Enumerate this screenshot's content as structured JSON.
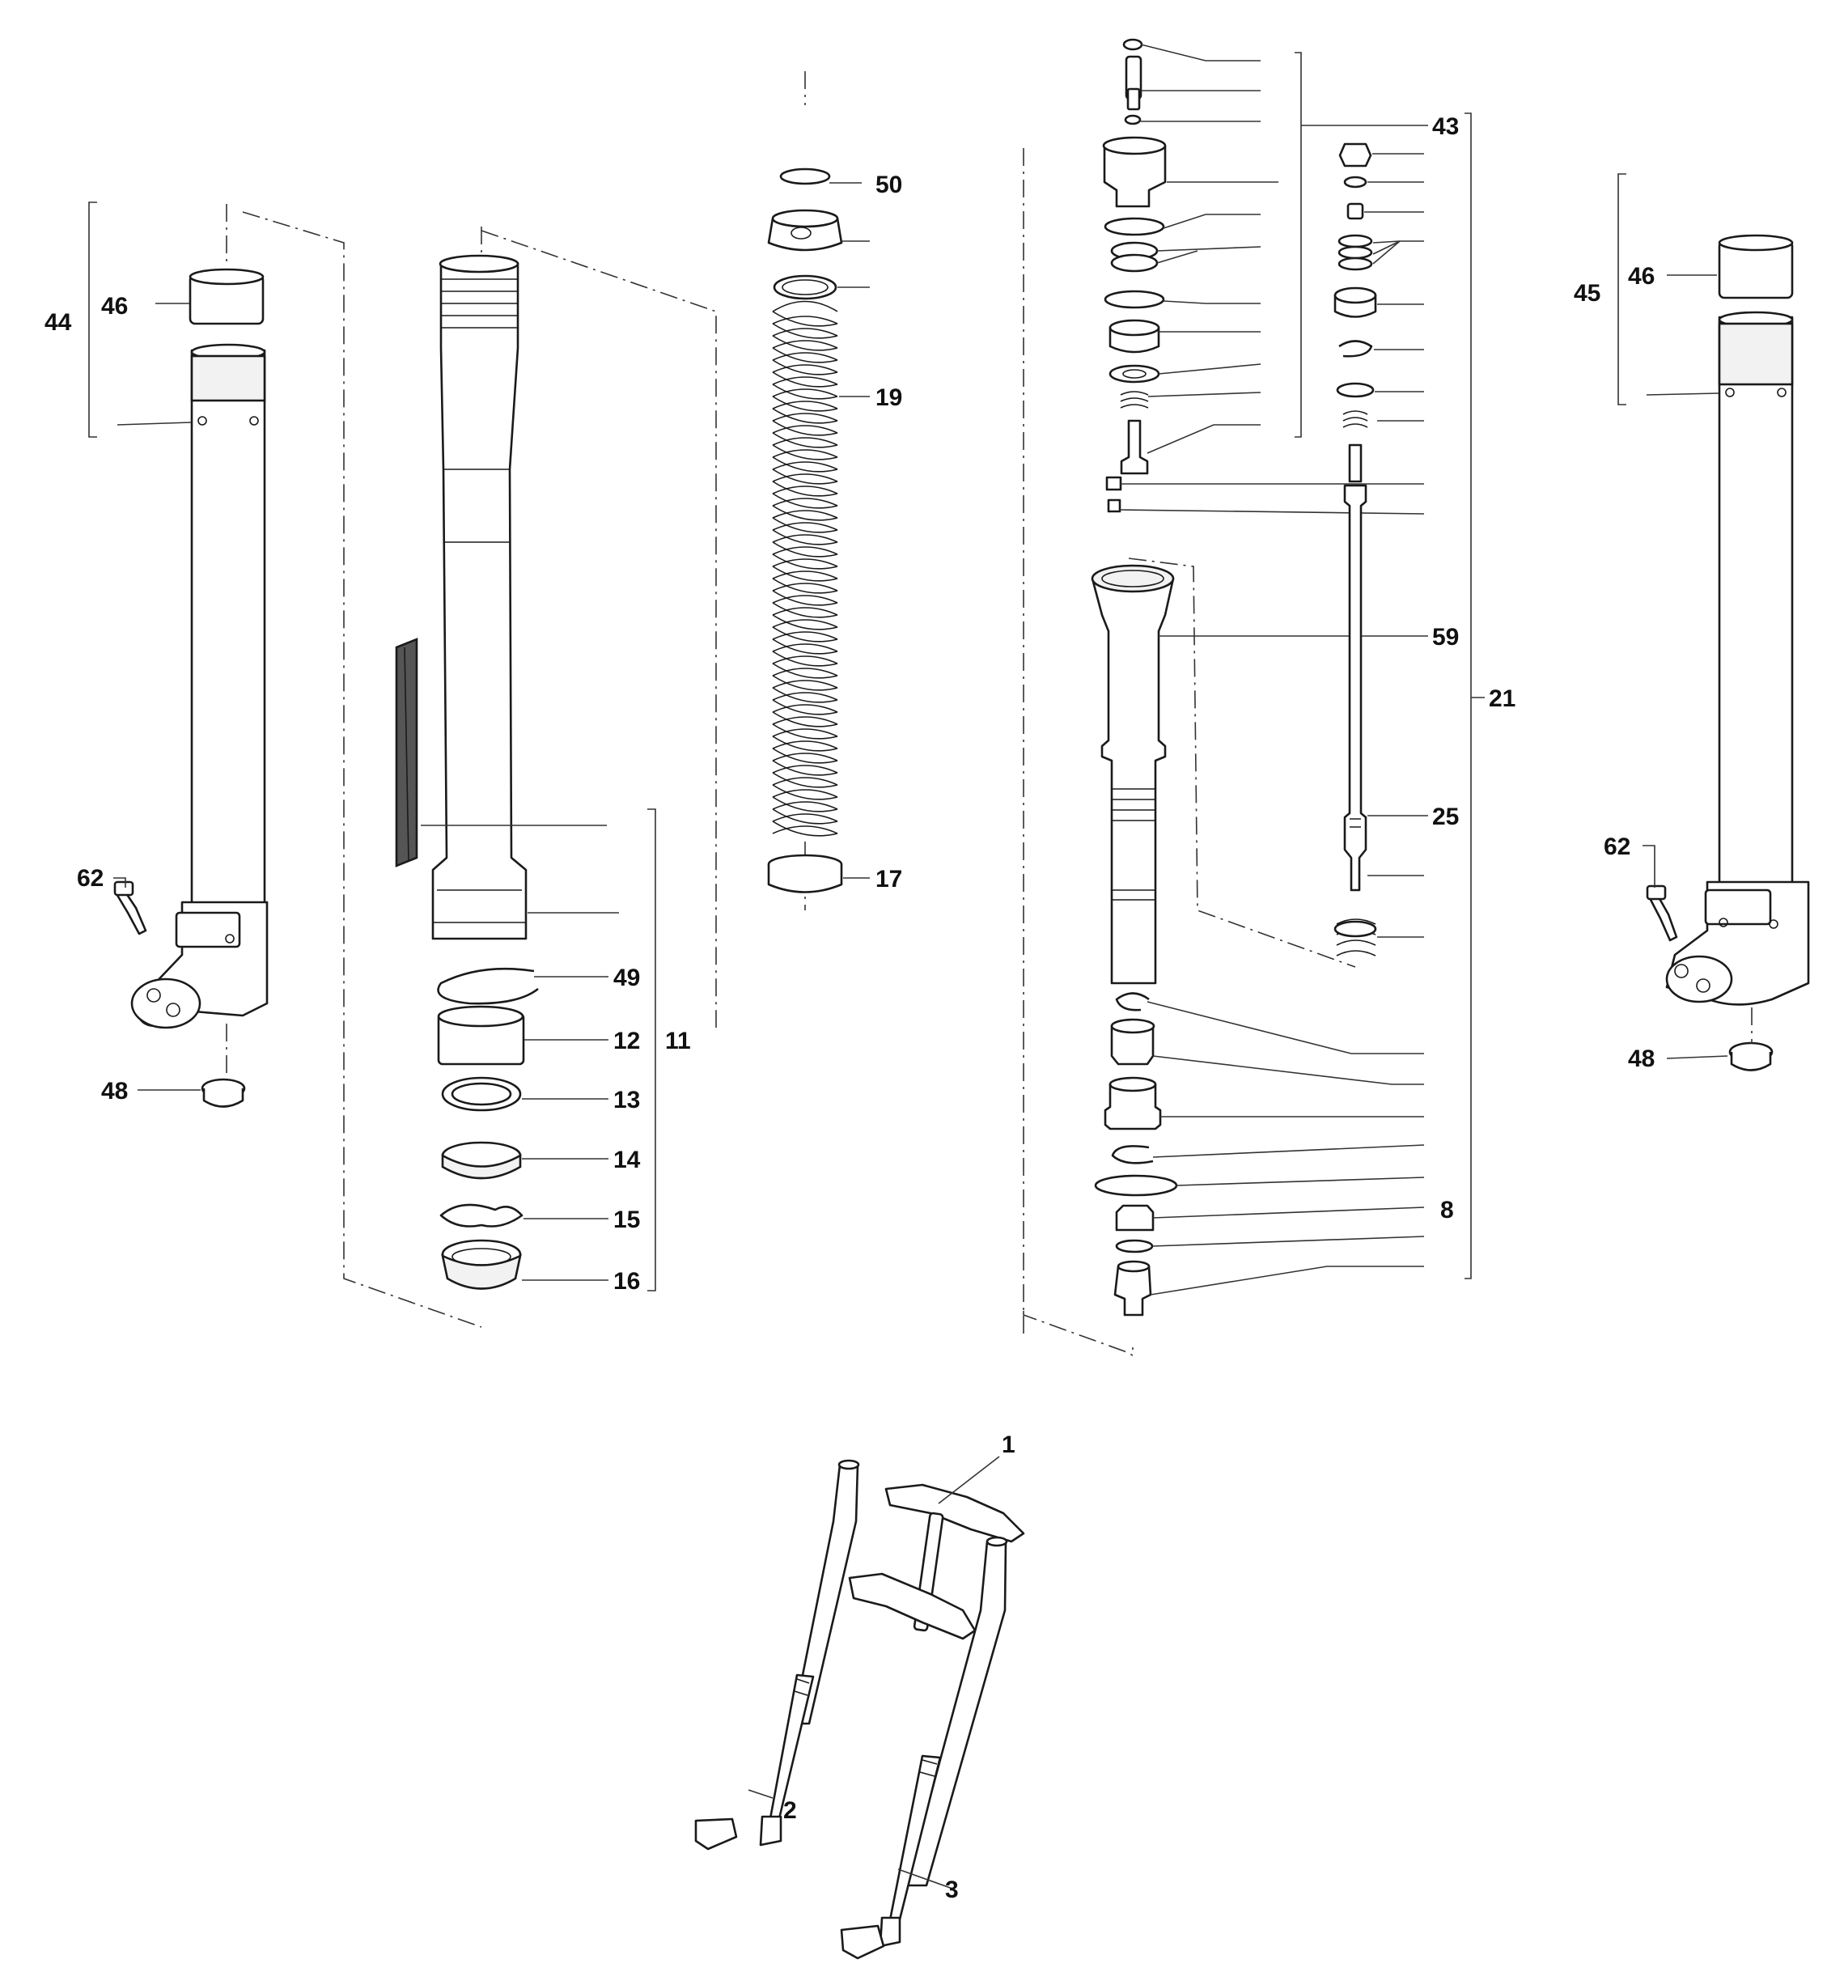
{
  "callouts": {
    "c1": "1",
    "c2": "2",
    "c3": "3",
    "c8": "8",
    "c11": "11",
    "c12": "12",
    "c13": "13",
    "c14": "14",
    "c15": "15",
    "c16": "16",
    "c17": "17",
    "c19": "19",
    "c21": "21",
    "c25": "25",
    "c43": "43",
    "c44": "44",
    "c45": "45",
    "c46_left": "46",
    "c46_right": "46",
    "c48_left": "48",
    "c48_right": "48",
    "c49": "49",
    "c50": "50",
    "c59": "59",
    "c62_left": "62",
    "c62_right": "62"
  }
}
